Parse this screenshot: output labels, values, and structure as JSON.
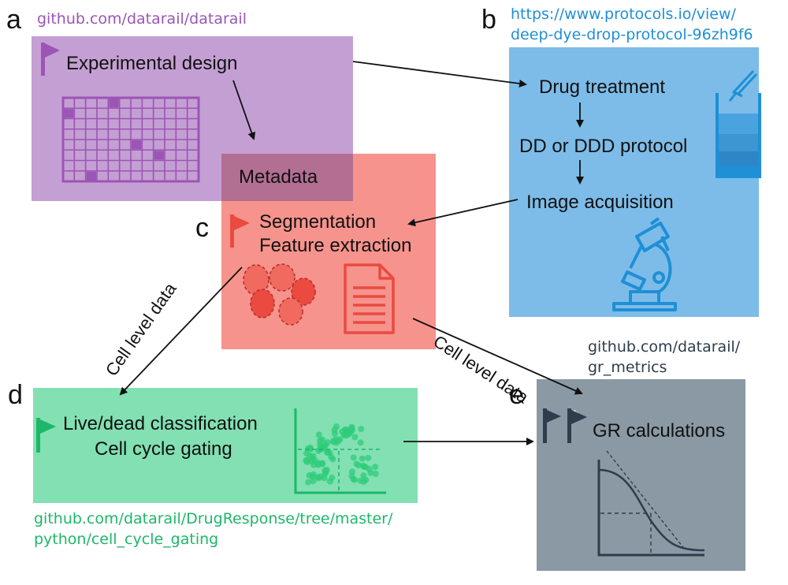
{
  "panels": {
    "a": {
      "letter": "a",
      "url": "github.com/datarail/datarail",
      "title": "Experimental design"
    },
    "b": {
      "letter": "b",
      "url_line1": "https://www.protocols.io/view/",
      "url_line2": "deep-dye-drop-protocol-96zh9f6",
      "step1": "Drug treatment",
      "step2": "DD or DDD protocol",
      "step3": "Image acquisition"
    },
    "metadata": "Metadata",
    "c": {
      "letter": "c",
      "line1": "Segmentation",
      "line2": "Feature extraction"
    },
    "d": {
      "letter": "d",
      "line1": "Live/dead classification",
      "line2": "Cell cycle gating",
      "url_line1": "github.com/datarail/DrugResponse/tree/master/",
      "url_line2": "python/cell_cycle_gating"
    },
    "e": {
      "letter": "e",
      "url_line1": "github.com/datarail/",
      "url_line2": "gr_metrics",
      "title": "GR calculations",
      "asterisk": "*"
    },
    "arrows": {
      "c_to_d": "Cell level data",
      "c_to_e": "Cell level data"
    }
  },
  "colors": {
    "purple_box": "#c49fd3",
    "purple_dark": "#9b55b5",
    "blue_box": "#7dbce8",
    "blue_dark": "#1f8fd6",
    "red_box": "#f7938d",
    "red_dark": "#ea4a3f",
    "overlap": "#b26f92",
    "green_box": "#82e0b3",
    "green_dark": "#1db769",
    "slate_box": "#8a99a3",
    "slate_dark": "#2e3d4c"
  },
  "icons": {
    "a": [
      "flag-icon",
      "well-plate-icon"
    ],
    "b": [
      "pipette-beaker-icon",
      "microscope-icon"
    ],
    "c": [
      "flag-icon",
      "cells-icon",
      "document-icon"
    ],
    "d": [
      "flag-icon",
      "scatter-plot-icon"
    ],
    "e": [
      "flag-icon",
      "flag-star-icon",
      "dose-response-curve-icon"
    ]
  }
}
